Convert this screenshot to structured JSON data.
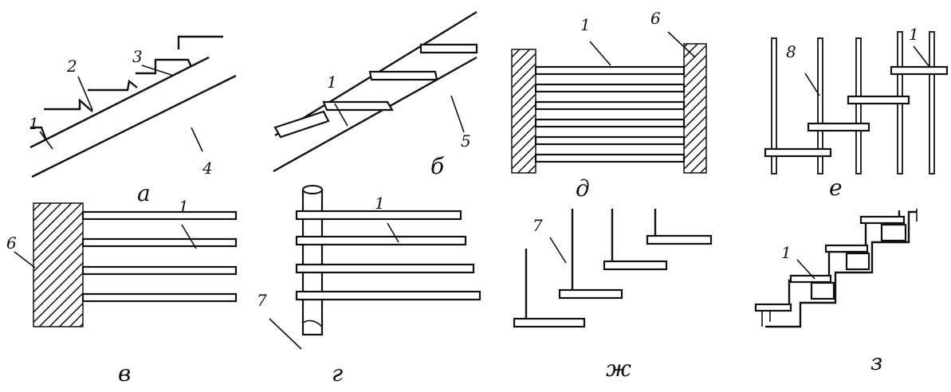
{
  "captions": {
    "a": "а",
    "b": "б",
    "v": "в",
    "g": "г",
    "d": "д",
    "e": "е",
    "zh": "ж",
    "z": "з"
  },
  "callouts": {
    "a": [
      "1",
      "2",
      "3",
      "4"
    ],
    "b": [
      "1",
      "5"
    ],
    "v": [
      "1",
      "6"
    ],
    "g": [
      "1",
      "7"
    ],
    "d": [
      "1",
      "6"
    ],
    "e": [
      "8",
      "1"
    ],
    "zh": [
      "7"
    ],
    "z": [
      "1"
    ]
  }
}
